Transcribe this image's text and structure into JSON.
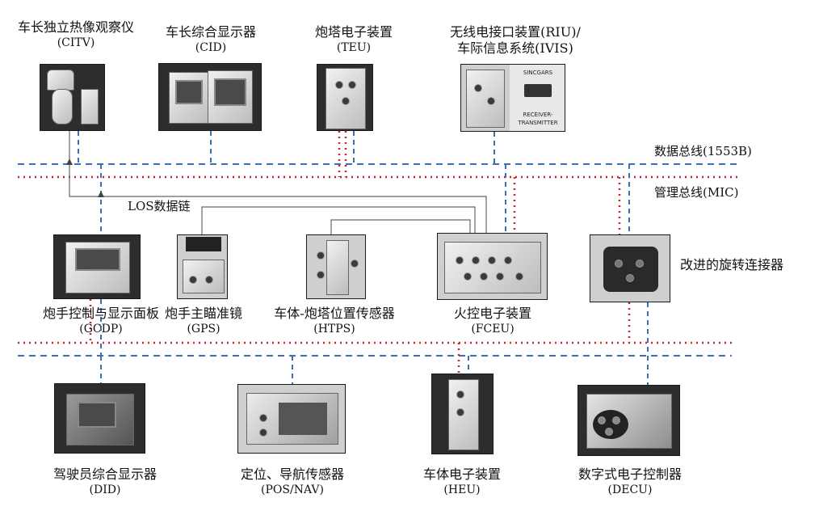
{
  "buses": {
    "data_bus": "数据总线(1553B)",
    "management_bus": "管理总线(MIC)",
    "los_link": "LOS数据链"
  },
  "devices": {
    "citv": {
      "name": "车长独立热像观察仪",
      "abbr": "(CITV)"
    },
    "cid": {
      "name": "车长综合显示器",
      "abbr": "(CID)"
    },
    "teu": {
      "name": "炮塔电子装置",
      "abbr": "(TEU)"
    },
    "riu": {
      "name_line1": "无线电接口装置(RIU)/",
      "name_line2": "车际信息系统(IVIS)"
    },
    "gcdp": {
      "name": "炮手控制与显示面板",
      "abbr": "(GCDP)"
    },
    "gps": {
      "name": "炮手主瞄准镜",
      "abbr": "(GPS)"
    },
    "htps": {
      "name": "车体-炮塔位置传感器",
      "abbr": "(HTPS)"
    },
    "fceu": {
      "name": "火控电子装置",
      "abbr": "(FCEU)"
    },
    "slip_ring": {
      "name": "改进的旋转连接器"
    },
    "did": {
      "name": "驾驶员综合显示器",
      "abbr": "(DID)"
    },
    "posnav": {
      "name": "定位、导航传感器",
      "abbr": "(POS/NAV)"
    },
    "heu": {
      "name": "车体电子装置",
      "abbr": "(HEU)"
    },
    "decu": {
      "name": "数字式电子控制器",
      "abbr": "(DECU)"
    }
  },
  "photo_text": {
    "sincgars": "SINCGARS",
    "receiver": "RECEIVER-",
    "transmitter": "TRANSMITTER"
  },
  "colors": {
    "data_bus": "#3b6fb6",
    "management_bus": "#c0282d",
    "los_link": "#666666"
  }
}
